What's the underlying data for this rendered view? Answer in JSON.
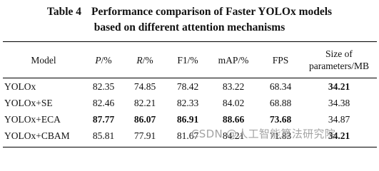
{
  "caption": {
    "table_number": "Table 4",
    "title_line1": "Performance comparison of Faster YOLOx models",
    "title_line2": "based on different attention mechanisms"
  },
  "table": {
    "headers": {
      "model": "Model",
      "p_symbol": "P",
      "p_unit": "/%",
      "r_symbol": "R",
      "r_unit": "/%",
      "f1": "F1/%",
      "map": "mAP/%",
      "fps": "FPS",
      "size_line1": "Size of",
      "size_line2": "parameters/MB"
    },
    "rows": [
      {
        "model": "YOLOx",
        "values": [
          "82.35",
          "74.85",
          "78.42",
          "83.22",
          "68.34",
          "34.21"
        ],
        "bold": [
          false,
          false,
          false,
          false,
          false,
          true
        ]
      },
      {
        "model": "YOLOx+SE",
        "values": [
          "82.46",
          "82.21",
          "82.33",
          "84.02",
          "68.88",
          "34.38"
        ],
        "bold": [
          false,
          false,
          false,
          false,
          false,
          false
        ]
      },
      {
        "model": "YOLOx+ECA",
        "values": [
          "87.77",
          "86.07",
          "86.91",
          "88.66",
          "73.68",
          "34.87"
        ],
        "bold": [
          true,
          true,
          true,
          true,
          true,
          false
        ]
      },
      {
        "model": "YOLOx+CBAM",
        "values": [
          "85.81",
          "77.91",
          "81.67",
          "84.21",
          "71.83",
          "34.21"
        ],
        "bold": [
          false,
          false,
          false,
          false,
          false,
          true
        ]
      }
    ]
  },
  "watermark": "CSDN @人工智能算法研究院"
}
